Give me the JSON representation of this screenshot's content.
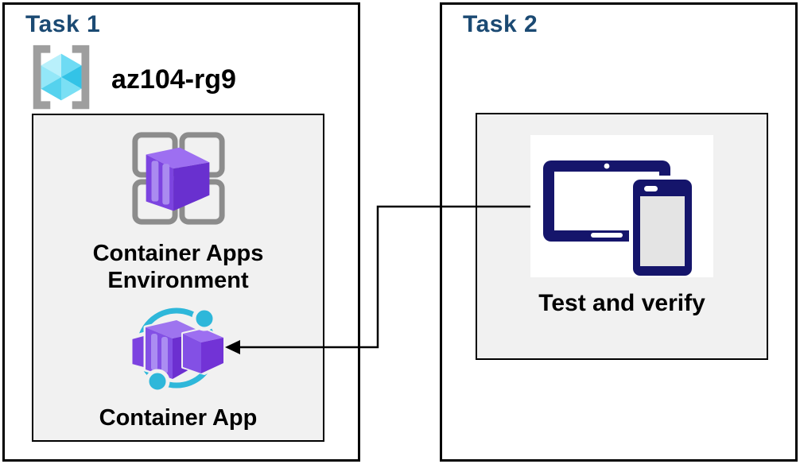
{
  "task1": {
    "title": "Task 1",
    "resource_group_name": "az104-rg9",
    "environment_label": "Container Apps Environment",
    "app_label": "Container App"
  },
  "task2": {
    "title": "Task 2",
    "verify_label": "Test and verify"
  },
  "connector": {
    "from": "test-and-verify",
    "to": "container-app",
    "style": "elbow-arrow"
  },
  "icons": {
    "resource_group": "resource-group-icon",
    "environment": "container-apps-environment-icon",
    "app": "container-app-icon",
    "devices": "tablet-and-phone-icon"
  },
  "colors": {
    "task_title": "#1B4A73",
    "panel_fill": "#F1F1F1",
    "border": "#000000",
    "icon_purple": "#7C44E0",
    "icon_purple_dark": "#6930CF",
    "icon_purple_light": "#9D6FF1",
    "icon_cyan": "#2EB7DA",
    "icon_gray": "#8C8C8C",
    "icon_navy": "#15156B",
    "cube_cyan": "#6EDBF4"
  }
}
